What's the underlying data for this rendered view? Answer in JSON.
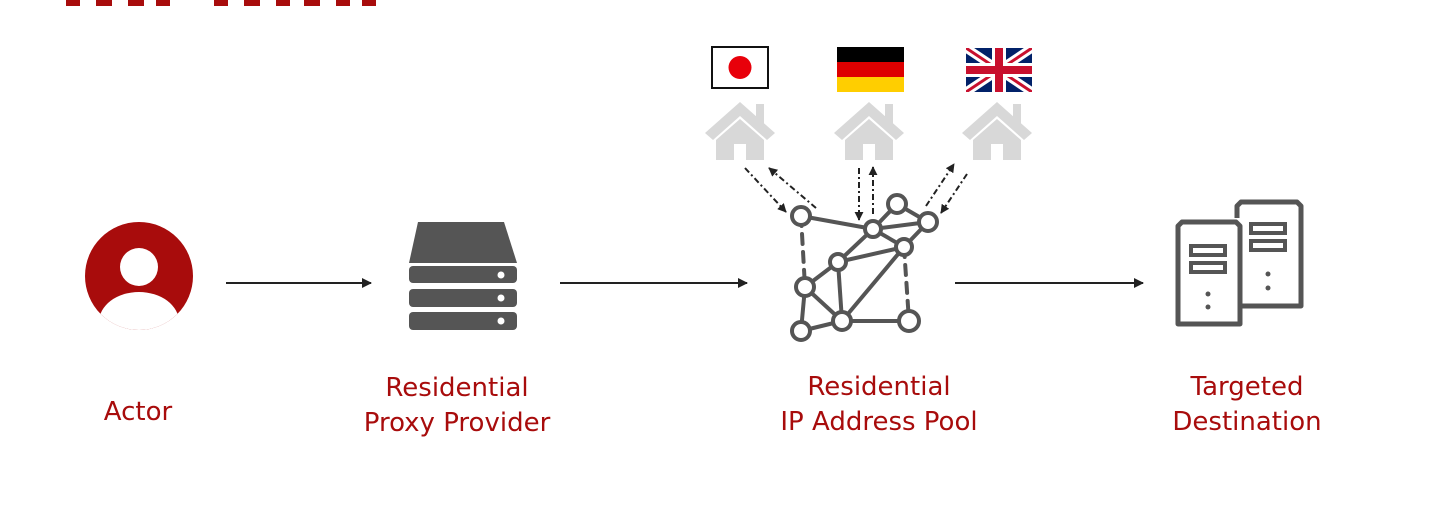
{
  "labels": {
    "actor": "Actor",
    "proxy_line1": "Residential",
    "proxy_line2": "Proxy Provider",
    "pool_line1": "Residential",
    "pool_line2": "IP Address Pool",
    "target_line1": "Targeted",
    "target_line2": "Destination"
  },
  "icons": {
    "actor": "user-icon",
    "proxy": "server-stack-icon",
    "pool": "network-mesh-icon",
    "target": "server-towers-icon",
    "homes": [
      "home-icon",
      "home-icon",
      "home-icon"
    ],
    "flags": [
      "japan-flag-icon",
      "germany-flag-icon",
      "uk-flag-icon"
    ]
  },
  "colors": {
    "accent_red": "#a80c0c",
    "icon_gray": "#555555",
    "house_gray": "#d8d8d8",
    "arrow": "#222222"
  }
}
